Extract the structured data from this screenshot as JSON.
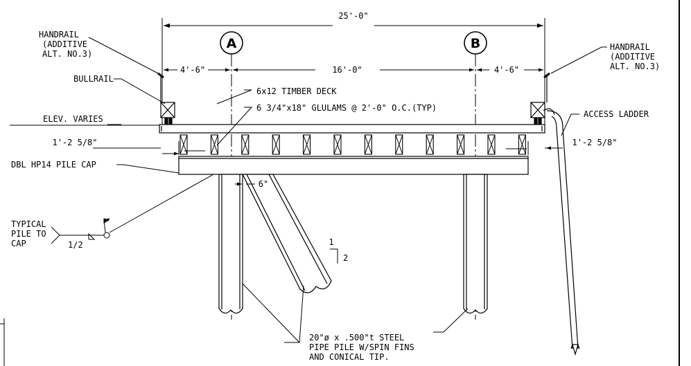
{
  "dimensions": {
    "overall": "25'-0\"",
    "left_offset": "4'-6\"",
    "center_span": "16'-0\"",
    "right_offset": "4'-6\"",
    "cap_overhang_left": "1'-2 5/8\"",
    "cap_overhang_right": "1'-2 5/8\"",
    "batter_offset": "6\""
  },
  "gridlines": {
    "a": "A",
    "b": "B"
  },
  "labels": {
    "handrail_left": [
      "HANDRAIL",
      "(ADDITIVE",
      "ALT. NO.3)"
    ],
    "handrail_right": [
      "HANDRAIL",
      "(ADDITIVE",
      "ALT. NO.3)"
    ],
    "bullrail": "BULLRAIL",
    "timber_deck": "6x12 TIMBER DECK",
    "glulams": "6 3/4\"x18\" GLULAMS @ 2'-0\" O.C.(TYP)",
    "elevation": "ELEV. VARIES",
    "access_ladder": "ACCESS LADDER",
    "pile_cap": "DBL HP14 PILE CAP",
    "weld_note": [
      "TYPICAL",
      "PILE TO",
      "CAP"
    ],
    "weld_size": "1/2",
    "batter_rise": "1",
    "batter_run": "2",
    "pipe_pile": [
      "20\"ø x .500\"t STEEL",
      "PIPE PILE W/SPIN FINS",
      "AND CONICAL TIP."
    ]
  }
}
